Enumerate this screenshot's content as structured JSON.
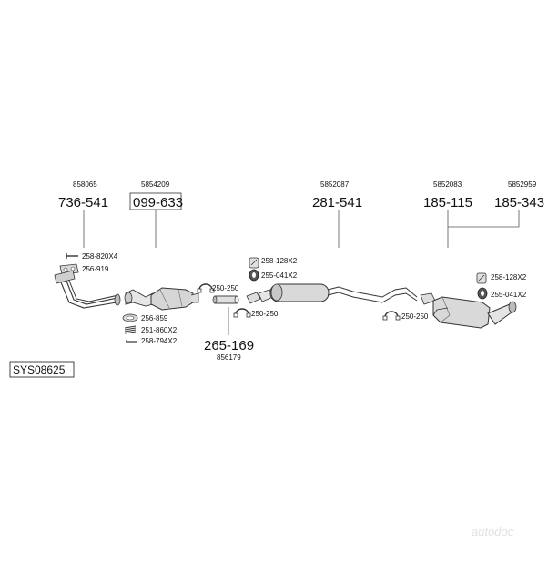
{
  "diagram": {
    "code": "SYS08625",
    "parts": [
      {
        "ref": "858065",
        "number": "736-541",
        "boxed": false
      },
      {
        "ref": "5854209",
        "number": "099-633",
        "boxed": true
      },
      {
        "ref": "5852087",
        "number": "281-541",
        "boxed": false
      },
      {
        "ref": "5852083",
        "number": "185-115",
        "boxed": false
      },
      {
        "ref": "5852959",
        "number": "185-343",
        "boxed": false
      },
      {
        "ref": "856179",
        "number": "265-169",
        "boxed": false
      }
    ],
    "accessories": [
      {
        "label": "258-820X4",
        "icon": "screw-icon"
      },
      {
        "label": "256-919",
        "icon": "gasket-icon"
      },
      {
        "label": "256-859",
        "icon": "gasket-icon"
      },
      {
        "label": "251-860X2",
        "icon": "spring-icon"
      },
      {
        "label": "258-794X2",
        "icon": "bolt-icon"
      },
      {
        "label": "250-250",
        "icon": "clamp-icon"
      },
      {
        "label": "250-250",
        "icon": "clamp-icon"
      },
      {
        "label": "258-128X2",
        "icon": "rubber-mount-icon"
      },
      {
        "label": "255-041X2",
        "icon": "ring-icon"
      },
      {
        "label": "250-250",
        "icon": "clamp-icon"
      },
      {
        "label": "258-128X2",
        "icon": "rubber-mount-icon"
      },
      {
        "label": "255-041X2",
        "icon": "ring-icon"
      }
    ],
    "watermark": "autodoc"
  }
}
